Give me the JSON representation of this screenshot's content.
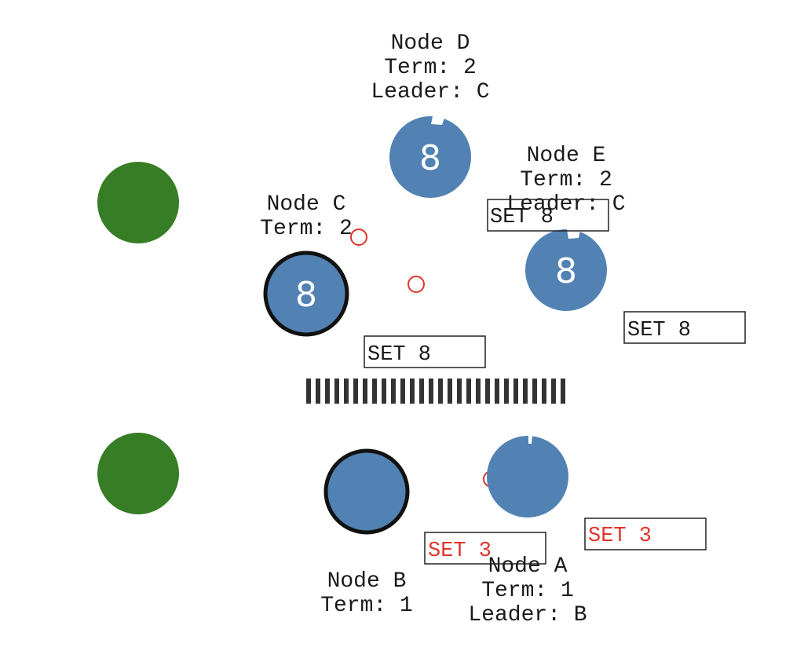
{
  "colors": {
    "node_fill": "#5282b3",
    "leader_stroke": "#111111",
    "client_fill": "#367d25",
    "committed_text": "#1a1a1a",
    "uncommitted_text": "#e0352b",
    "partition": "#333333",
    "packet_stroke": "#e0352b"
  },
  "nodes": {
    "d": {
      "lines": [
        "Node D",
        "Term: 2",
        "Leader: C"
      ],
      "value": "8"
    },
    "e": {
      "lines": [
        "Node E",
        "Term: 2",
        "Leader: C"
      ],
      "value": "8"
    },
    "c": {
      "lines": [
        "Node C",
        "Term: 2"
      ],
      "value": "8"
    },
    "b": {
      "lines": [
        "Node B",
        "Term: 1"
      ],
      "value": ""
    },
    "a": {
      "lines": [
        "Node A",
        "Term: 1",
        "Leader: B"
      ],
      "value": ""
    }
  },
  "messages": {
    "set_8_e": "SET 8",
    "set_8_right": "SET 8",
    "set_8_c": "SET 8",
    "set_3_a": "SET 3",
    "set_3_right": "SET 3"
  }
}
